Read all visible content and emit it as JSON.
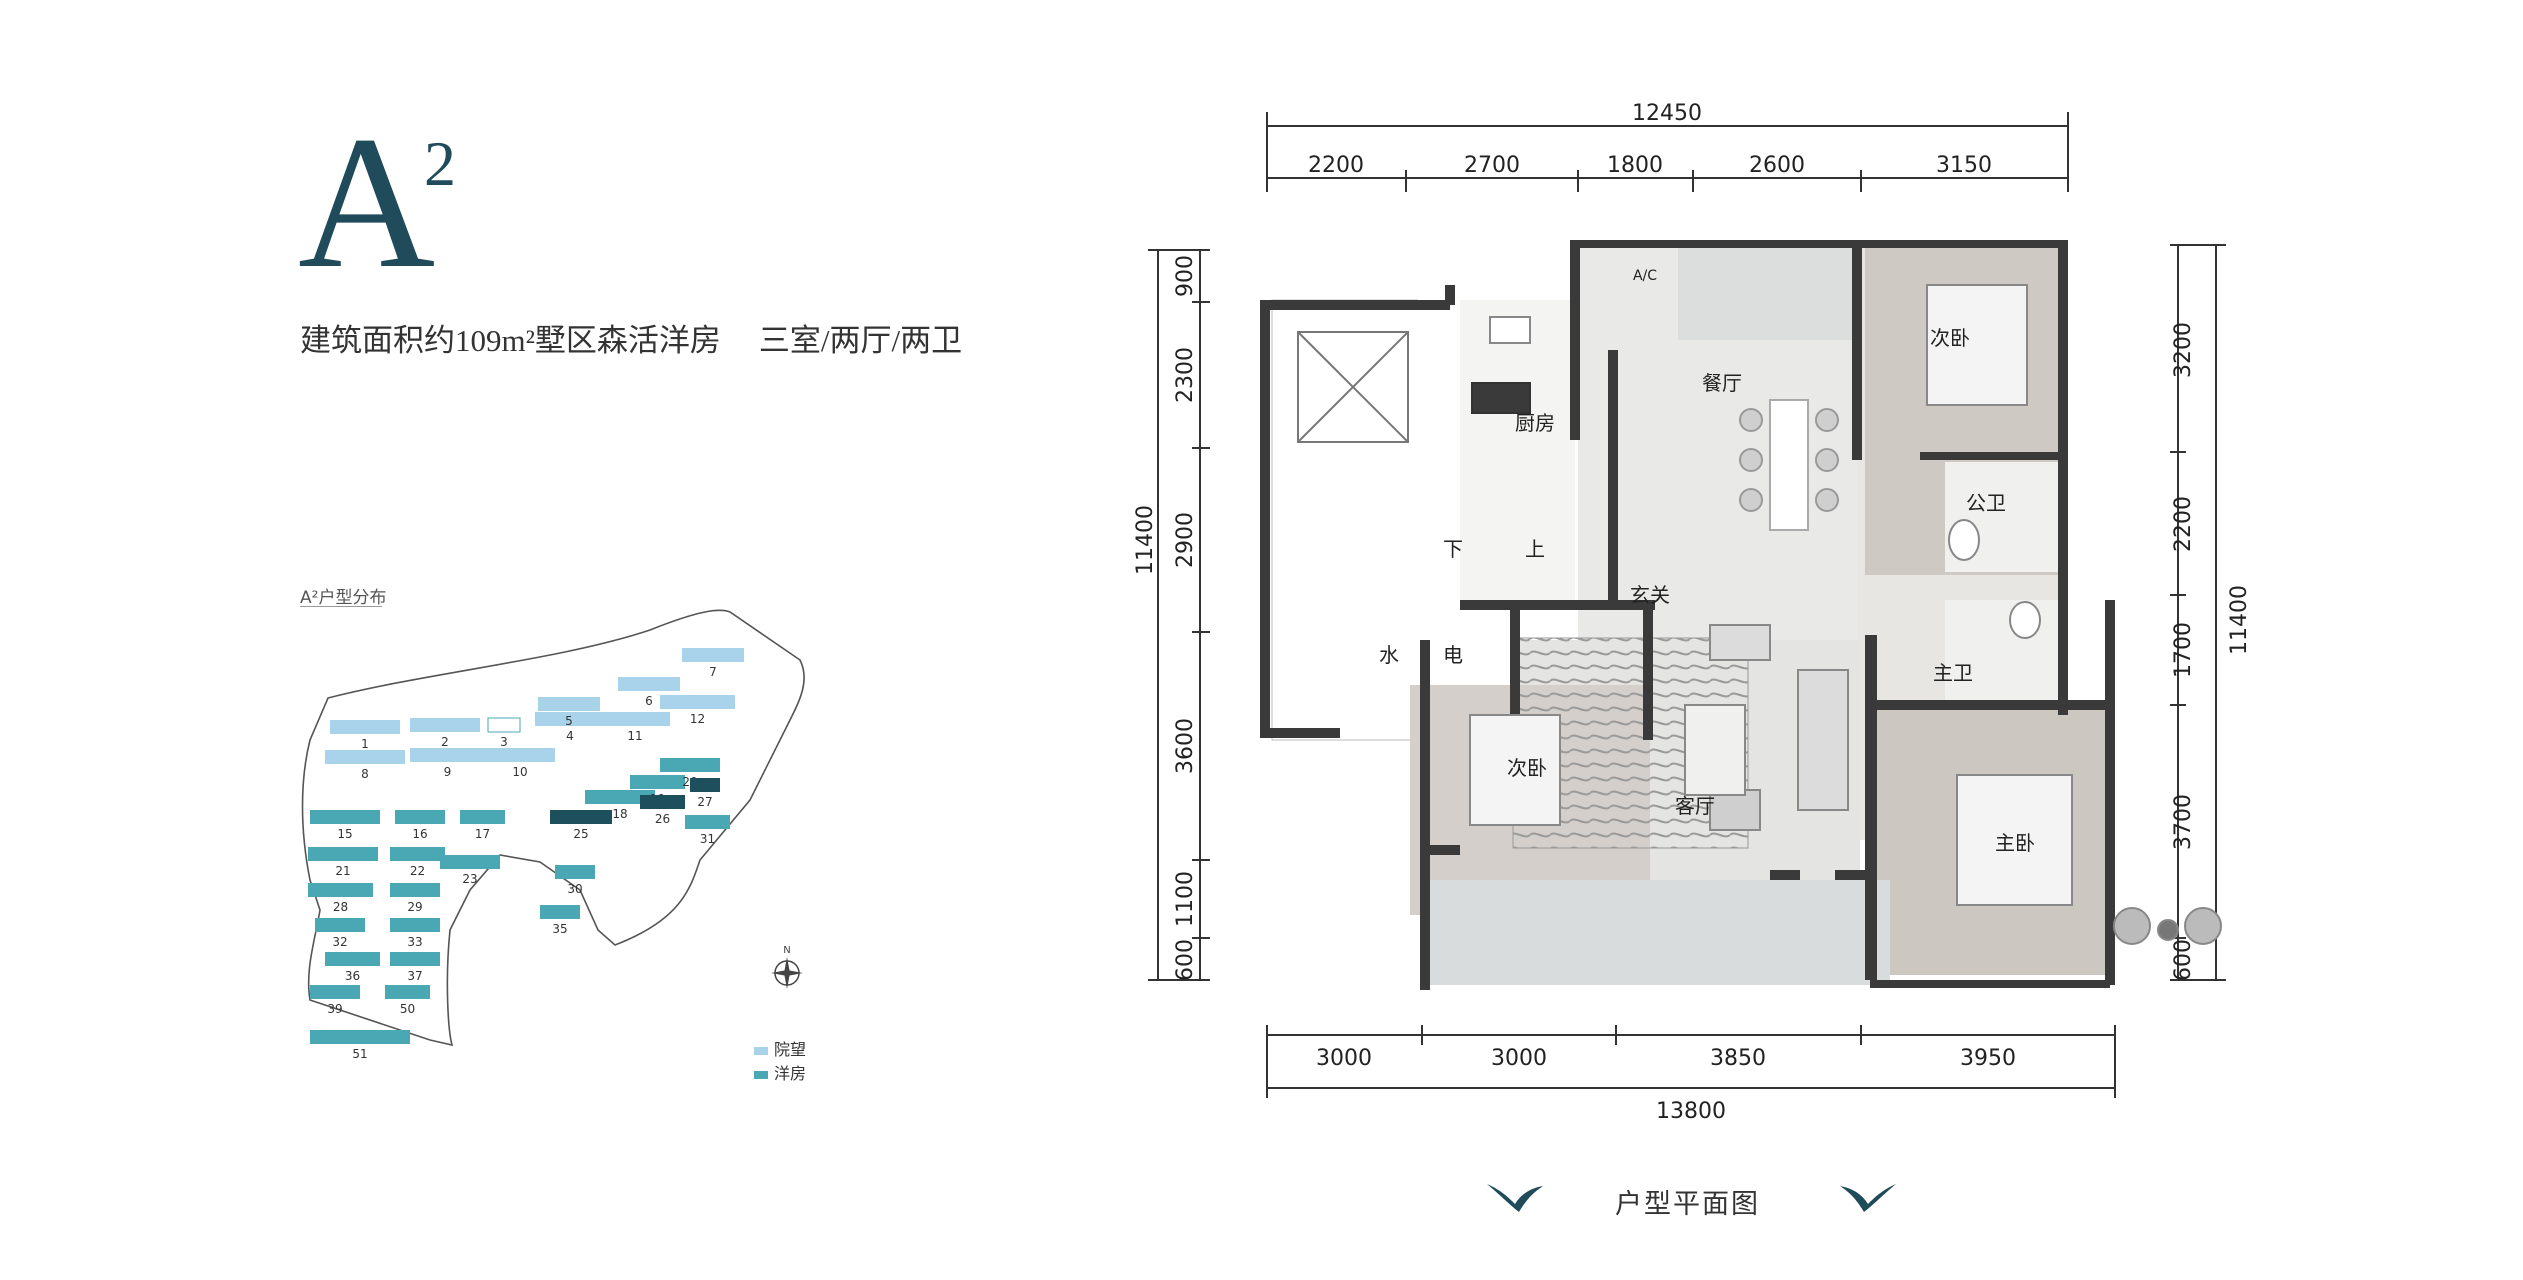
{
  "header": {
    "unit_code": "A",
    "unit_superscript": "2",
    "area_label": "建筑面积约109m²墅区森活洋房",
    "layout_label": "三室/两厅/两卫"
  },
  "site_map": {
    "title": "A²户型分布",
    "buildings": [
      "1",
      "2",
      "3",
      "4",
      "5",
      "6",
      "7",
      "8",
      "9",
      "10",
      "11",
      "12",
      "15",
      "16",
      "17",
      "18",
      "19",
      "20",
      "21",
      "22",
      "23",
      "25",
      "26",
      "27",
      "28",
      "29",
      "30",
      "31",
      "32",
      "33",
      "35",
      "36",
      "37",
      "39",
      "50",
      "51"
    ],
    "legend": [
      {
        "label": "院望",
        "color": "#a9d3ea"
      },
      {
        "label": "洋房",
        "color": "#4aa8b5"
      }
    ],
    "compass": "N"
  },
  "plan": {
    "top_total": "12450",
    "top_dims": [
      "2200",
      "2700",
      "1800",
      "2600",
      "3150"
    ],
    "bottom_total": "13800",
    "bottom_dims": [
      "3000",
      "3000",
      "3850",
      "3950"
    ],
    "left_total": "11400",
    "left_dims": [
      "900",
      "2300",
      "2900",
      "3600",
      "1100",
      "600"
    ],
    "right_total": "11400",
    "right_dims": [
      "3200",
      "2200",
      "1700",
      "3700",
      "600"
    ],
    "rooms": {
      "dining": "餐厅",
      "kitchen": "厨房",
      "bedroom2_top": "次卧",
      "public_bath": "公卫",
      "foyer": "玄关",
      "master_bath": "主卫",
      "bedroom2_left": "次卧",
      "living": "客厅",
      "master": "主卧",
      "down": "下",
      "up": "上",
      "water": "水",
      "electric": "电",
      "ac": "A/C"
    }
  },
  "footer": {
    "title": "户型平面图"
  },
  "colors": {
    "brand": "#1f4b5a",
    "wall": "#333333",
    "floor": "#e6e6e4",
    "terrace": "#c9cfd0"
  }
}
